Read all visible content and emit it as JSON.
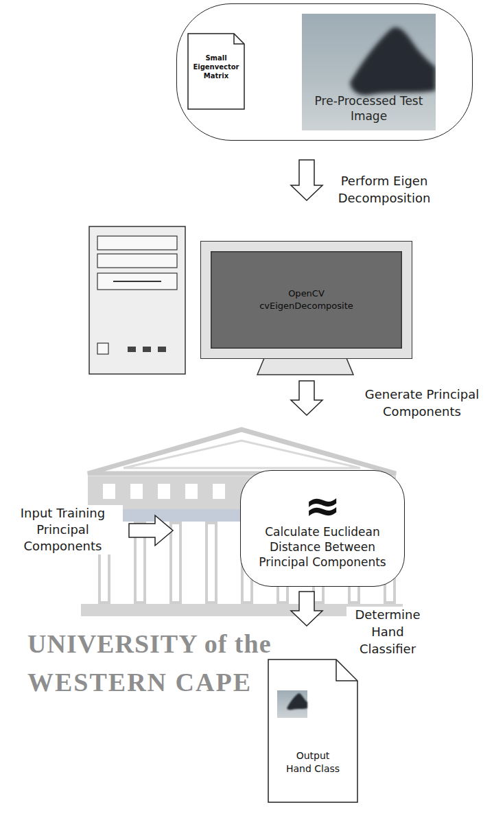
{
  "diagram": {
    "nodes": [
      {
        "text": []
      },
      {
        "text": [
          "Small Eigenvector Matrix"
        ],
        "in": 0
      },
      {
        "text": [
          "Pre-Processed Test Image"
        ],
        "in": 0
      },
      {
        "text": [
          "OpenCV cvEigenDecomposite"
        ]
      },
      {
        "text": [
          "≈",
          "Calculate Euclidean Distance Between Principal Components"
        ]
      },
      {
        "text": [
          "Output Hand Class"
        ]
      }
    ],
    "edges": [
      {
        "from": 0,
        "to": 3,
        "arrow": "to",
        "label": "Perform Eigen Decomposition"
      },
      {
        "from": 3,
        "to": 4,
        "arrow": "to",
        "label": "Generate Principal Components"
      },
      {
        "from": 4,
        "to": 5,
        "arrow": "to",
        "label": "Determine Hand Classifier"
      }
    ],
    "labels": [
      "Input Training Principal Components",
      "UNIVERSITY of the",
      "WESTERN CAPE"
    ]
  }
}
